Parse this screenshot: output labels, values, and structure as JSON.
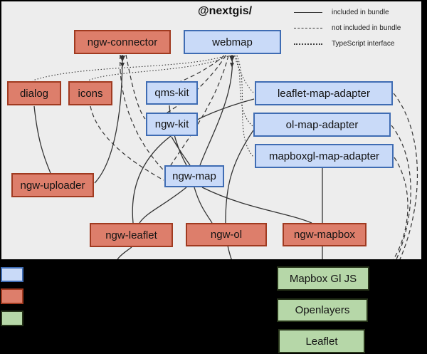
{
  "title": "@nextgis/",
  "legend": {
    "items": [
      {
        "label": "included in bundle",
        "style": "solid"
      },
      {
        "label": "not included in bundle",
        "style": "dashed"
      },
      {
        "label": "TypeScript interface",
        "style": "dotted"
      }
    ]
  },
  "nodes": {
    "ngw_connector": {
      "label": "ngw-connector",
      "kind": "red"
    },
    "webmap": {
      "label": "webmap",
      "kind": "blue"
    },
    "dialog": {
      "label": "dialog",
      "kind": "red"
    },
    "icons": {
      "label": "icons",
      "kind": "red"
    },
    "qms_kit": {
      "label": "qms-kit",
      "kind": "blue"
    },
    "ngw_kit": {
      "label": "ngw-kit",
      "kind": "blue"
    },
    "leaflet_map_adapter": {
      "label": "leaflet-map-adapter",
      "kind": "blue"
    },
    "ol_map_adapter": {
      "label": "ol-map-adapter",
      "kind": "blue"
    },
    "mapboxgl_map_adapter": {
      "label": "mapboxgl-map-adapter",
      "kind": "blue"
    },
    "ngw_map": {
      "label": "ngw-map",
      "kind": "blue"
    },
    "ngw_uploader": {
      "label": "ngw-uploader",
      "kind": "red"
    },
    "ngw_leaflet": {
      "label": "ngw-leaflet",
      "kind": "red"
    },
    "ngw_ol": {
      "label": "ngw-ol",
      "kind": "red"
    },
    "ngw_mapbox": {
      "label": "ngw-mapbox",
      "kind": "red"
    },
    "mapbox_gl_js": {
      "label": "Mapbox Gl JS",
      "kind": "green"
    },
    "openlayers": {
      "label": "Openlayers",
      "kind": "green"
    },
    "leaflet": {
      "label": "Leaflet",
      "kind": "green"
    }
  },
  "edges": [
    {
      "from": "ngw-connector",
      "to": "ngw-uploader",
      "style": "solid"
    },
    {
      "from": "dialog",
      "to": "ngw-uploader",
      "style": "solid"
    },
    {
      "from": "webmap",
      "to": "ngw-map",
      "style": "solid"
    },
    {
      "from": "qms-kit",
      "to": "ngw-map",
      "style": "solid"
    },
    {
      "from": "ngw-kit",
      "to": "ngw-map",
      "style": "solid"
    },
    {
      "from": "leaflet-map-adapter",
      "to": "ngw-leaflet",
      "style": "solid"
    },
    {
      "from": "ol-map-adapter",
      "to": "ngw-ol",
      "style": "solid"
    },
    {
      "from": "mapboxgl-map-adapter",
      "to": "ngw-mapbox",
      "style": "solid"
    },
    {
      "from": "ngw-map",
      "to": "ngw-leaflet",
      "style": "solid"
    },
    {
      "from": "ngw-map",
      "to": "ngw-ol",
      "style": "solid"
    },
    {
      "from": "ngw-map",
      "to": "ngw-mapbox",
      "style": "solid"
    },
    {
      "from": "ngw-leaflet",
      "to": "Leaflet",
      "style": "solid"
    },
    {
      "from": "ol-map-adapter",
      "to": "Openlayers",
      "style": "solid"
    },
    {
      "from": "mapboxgl-map-adapter",
      "to": "Mapbox Gl JS",
      "style": "solid"
    },
    {
      "from": "webmap",
      "to": "qms-kit",
      "style": "dashed"
    },
    {
      "from": "webmap",
      "to": "ngw-kit",
      "style": "dashed"
    },
    {
      "from": "webmap",
      "to": "ngw-map",
      "style": "dashed"
    },
    {
      "from": "ngw-connector",
      "to": "ngw-kit",
      "style": "dashed"
    },
    {
      "from": "ngw-connector",
      "to": "ngw-map",
      "style": "dashed"
    },
    {
      "from": "icons",
      "to": "ngw-map",
      "style": "dashed"
    },
    {
      "from": "leaflet-map-adapter",
      "to": "Leaflet",
      "style": "dashed"
    },
    {
      "from": "ol-map-adapter",
      "to": "Openlayers",
      "style": "dashed"
    },
    {
      "from": "mapboxgl-map-adapter",
      "to": "Mapbox Gl JS",
      "style": "dashed"
    },
    {
      "from": "webmap",
      "to": "dialog",
      "style": "dotted"
    },
    {
      "from": "webmap",
      "to": "icons",
      "style": "dotted"
    },
    {
      "from": "webmap",
      "to": "leaflet-map-adapter",
      "style": "dotted"
    },
    {
      "from": "webmap",
      "to": "ol-map-adapter",
      "style": "dotted"
    },
    {
      "from": "webmap",
      "to": "mapboxgl-map-adapter",
      "style": "dotted"
    }
  ],
  "colors": {
    "background": "#000000",
    "panel": "#ededed",
    "edge": "#333333",
    "blue_fill": "#c9daf8",
    "blue_border": "#3f6cb3",
    "red_fill": "#dd7e6b",
    "red_border": "#a03a20",
    "green_fill": "#b6d7a8",
    "green_border": "#263319"
  }
}
